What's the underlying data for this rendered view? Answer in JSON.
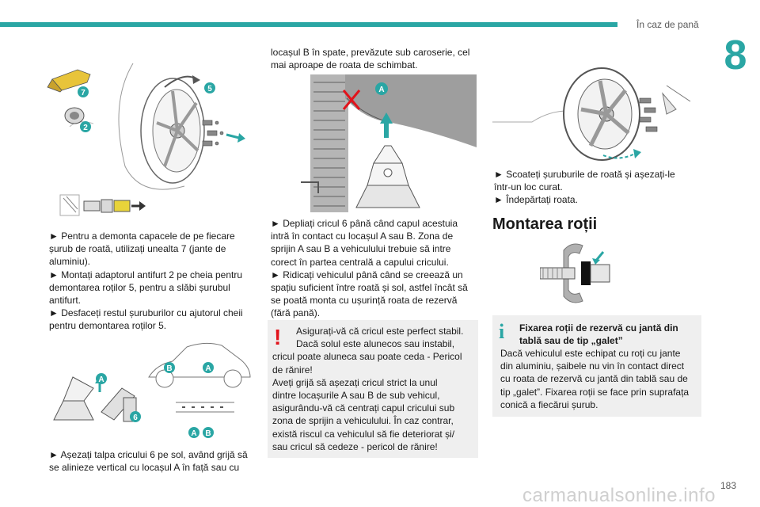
{
  "header": {
    "section_title": "În caz de pană",
    "chapter_number": "8"
  },
  "page": {
    "number": "183",
    "watermark": "carmanualsonline.info"
  },
  "col1": {
    "figure1_labels": [
      "7",
      "2",
      "5"
    ],
    "para1": [
      "► Pentru a demonta capacele de pe fiecare",
      "șurub de roată, utilizați unealta 7 (jante de",
      "aluminiu).",
      "► Montați adaptorul antifurt 2 pe cheia pentru",
      "demontarea roților 5, pentru a slăbi șurubul",
      "antifurt.",
      "► Desfaceți restul șuruburilor cu ajutorul cheii",
      "pentru demontarea roților 5."
    ],
    "figure2_labels": [
      "A",
      "B",
      "A",
      "6",
      "A",
      "B"
    ],
    "para2": [
      "► Așezați talpa cricului 6 pe sol, având grijă să",
      "se alinieze vertical cu locașul A în față sau cu"
    ]
  },
  "col2": {
    "intro": [
      "locașul B în spate, prevăzute sub caroserie, cel",
      "mai aproape de roata de schimbat."
    ],
    "figure_label": "A",
    "para": [
      "► Depliați cricul 6 până când capul acestuia",
      "intră în contact cu locașul A sau B. Zona de",
      "sprijin A sau B a vehiculului trebuie să intre",
      "corect în partea centrală a capului cricului.",
      "► Ridicați vehiculul până când se creează un",
      "spațiu suficient între roată și sol, astfel încât să",
      "se poată monta cu ușurință roata de rezervă",
      "(fără pană)."
    ],
    "warning": {
      "icon": "exclamation-icon",
      "lines": [
        "Asigurați-vă că cricul este perfect stabil.",
        "Dacă solul este alunecos sau instabil,",
        "cricul poate aluneca sau poate ceda - Pericol",
        "de rănire!",
        "Aveți grijă să așezați cricul strict la unul",
        "dintre locașurile A sau B de sub vehicul,",
        "asigurându-vă că centrați capul cricului sub",
        "zona de sprijin a vehiculului. În caz contrar,",
        "există riscul ca vehiculul să fie deteriorat și/",
        "sau cricul să cedeze - pericol de rănire!"
      ]
    }
  },
  "col3": {
    "para": [
      "► Scoateți șuruburile de roată și așezați-le",
      "într-un loc curat.",
      "► Îndepărtați roata."
    ],
    "section_title": "Montarea roții",
    "info": {
      "icon": "info-icon",
      "title_lines": [
        "Fixarea roții de rezervă cu jantă din",
        "tablă sau de tip „galet”"
      ],
      "lines": [
        "Dacă vehiculul este echipat cu roți cu jante",
        "din aluminiu, șaibele nu vin în contact direct",
        "cu roata de rezervă cu jantă din tablă sau de",
        "tip „galet”. Fixarea roții se face prin suprafața",
        "conică a fiecărui șurub."
      ]
    }
  },
  "colors": {
    "accent": "#2aa6a4",
    "warning": "#e2131b",
    "box_bg": "#efefef"
  }
}
